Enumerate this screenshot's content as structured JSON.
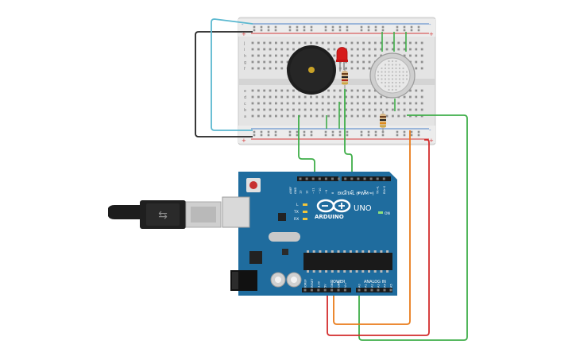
{
  "board": {
    "brand": "ARDUINO",
    "model": "UNO",
    "digital_label": "DIGITAL (PWM~)",
    "power_label": "POWER",
    "analog_label": "ANALOG IN",
    "on_label": "ON",
    "l_label": "L",
    "tx_label": "TX",
    "rx_label": "RX",
    "aref_label": "AREF",
    "gnd_label": "GND",
    "digital_pins": [
      "13",
      "12",
      "~11",
      "~10",
      "~9",
      "8",
      "7",
      "~6",
      "~5",
      "4",
      "~3",
      "2",
      "TX→1",
      "RX←0"
    ],
    "power_pins": [
      "IOREF",
      "RESET",
      "3.3V",
      "5V",
      "GND",
      "GND",
      "Vin"
    ],
    "analog_pins": [
      "A0",
      "A1",
      "A2",
      "A3",
      "A4",
      "A5"
    ]
  },
  "breadboard": {
    "row_letters_top": [
      "j",
      "i",
      "h",
      "g",
      "f"
    ],
    "row_letters_bottom": [
      "e",
      "d",
      "c",
      "b",
      "a"
    ]
  },
  "colors": {
    "board": "#1f6c9e",
    "breadboard": "#e6e6e6",
    "wire_green": "#3fae49",
    "wire_red": "#d32b2b",
    "wire_orange": "#e97b1a",
    "wire_black": "#222222",
    "wire_cyan": "#5bb8d0",
    "led": "#d61a1a",
    "buzzer": "#1e1e1e"
  }
}
